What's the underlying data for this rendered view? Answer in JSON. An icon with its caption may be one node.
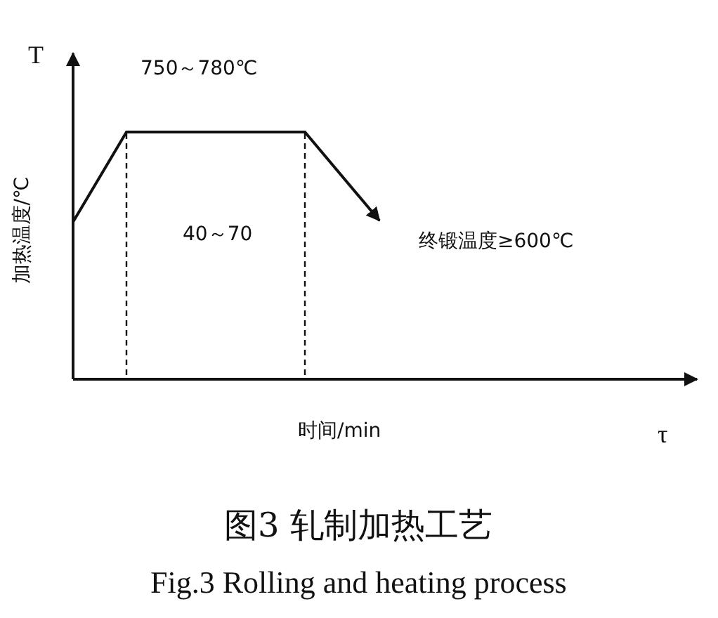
{
  "diagram": {
    "caption": "图3  轧制加热工艺",
    "labels": [
      "T",
      "加热温度/℃",
      "750～780℃",
      "40～70",
      "终锻温度≥600℃",
      "时间/min",
      "τ",
      "Fig.3  Rolling and heating process"
    ]
  }
}
